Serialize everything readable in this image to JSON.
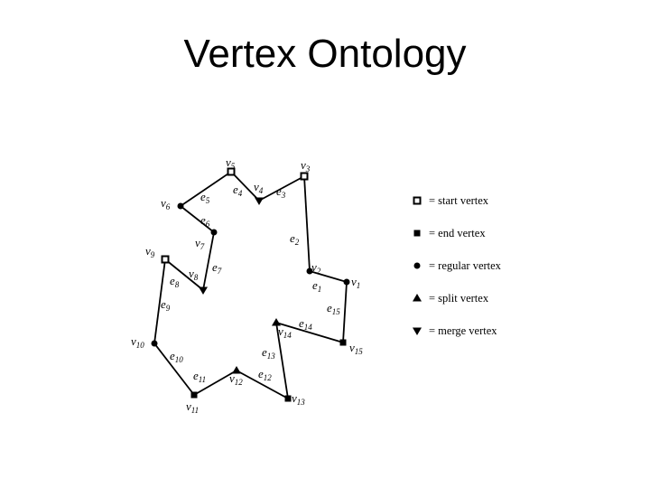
{
  "title": "Vertex Ontology",
  "vertices": [
    {
      "id": "v1",
      "name": "v",
      "sub": "1",
      "type": "regular"
    },
    {
      "id": "v2",
      "name": "v",
      "sub": "2",
      "type": "regular"
    },
    {
      "id": "v3",
      "name": "v",
      "sub": "3",
      "type": "start"
    },
    {
      "id": "v4",
      "name": "v",
      "sub": "4",
      "type": "merge"
    },
    {
      "id": "v5",
      "name": "v",
      "sub": "5",
      "type": "start"
    },
    {
      "id": "v6",
      "name": "v",
      "sub": "6",
      "type": "regular"
    },
    {
      "id": "v7",
      "name": "v",
      "sub": "7",
      "type": "regular"
    },
    {
      "id": "v8",
      "name": "v",
      "sub": "8",
      "type": "merge"
    },
    {
      "id": "v9",
      "name": "v",
      "sub": "9",
      "type": "start"
    },
    {
      "id": "v10",
      "name": "v",
      "sub": "10",
      "type": "regular"
    },
    {
      "id": "v11",
      "name": "v",
      "sub": "11",
      "type": "end"
    },
    {
      "id": "v12",
      "name": "v",
      "sub": "12",
      "type": "split"
    },
    {
      "id": "v13",
      "name": "v",
      "sub": "13",
      "type": "end"
    },
    {
      "id": "v14",
      "name": "v",
      "sub": "14",
      "type": "split"
    },
    {
      "id": "v15",
      "name": "v",
      "sub": "15",
      "type": "end"
    }
  ],
  "edges": [
    {
      "id": "e1",
      "name": "e",
      "sub": "1"
    },
    {
      "id": "e2",
      "name": "e",
      "sub": "2"
    },
    {
      "id": "e3",
      "name": "e",
      "sub": "3"
    },
    {
      "id": "e4",
      "name": "e",
      "sub": "4"
    },
    {
      "id": "e5",
      "name": "e",
      "sub": "5"
    },
    {
      "id": "e6",
      "name": "e",
      "sub": "6"
    },
    {
      "id": "e7",
      "name": "e",
      "sub": "7"
    },
    {
      "id": "e8",
      "name": "e",
      "sub": "8"
    },
    {
      "id": "e9",
      "name": "e",
      "sub": "9"
    },
    {
      "id": "e10",
      "name": "e",
      "sub": "10"
    },
    {
      "id": "e11",
      "name": "e",
      "sub": "11"
    },
    {
      "id": "e12",
      "name": "e",
      "sub": "12"
    },
    {
      "id": "e13",
      "name": "e",
      "sub": "13"
    },
    {
      "id": "e14",
      "name": "e",
      "sub": "14"
    },
    {
      "id": "e15",
      "name": "e",
      "sub": "15"
    }
  ],
  "legend": [
    {
      "type": "start",
      "label": "= start vertex"
    },
    {
      "type": "end",
      "label": "= end vertex"
    },
    {
      "type": "regular",
      "label": "= regular vertex"
    },
    {
      "type": "split",
      "label": "= split vertex"
    },
    {
      "type": "merge",
      "label": "= merge vertex"
    }
  ]
}
